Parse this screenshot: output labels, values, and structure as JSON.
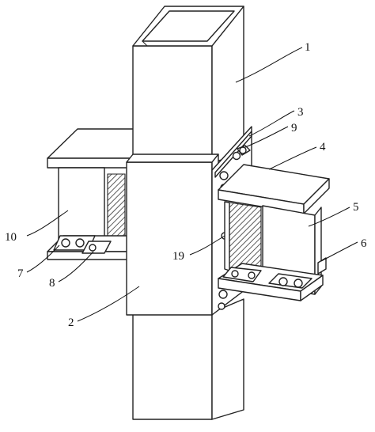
{
  "figure": {
    "labels": [
      "1",
      "3",
      "9",
      "4",
      "5",
      "6",
      "10",
      "7",
      "8",
      "19",
      "2"
    ],
    "hatch_color": "#333333",
    "line_color": "#222222"
  }
}
